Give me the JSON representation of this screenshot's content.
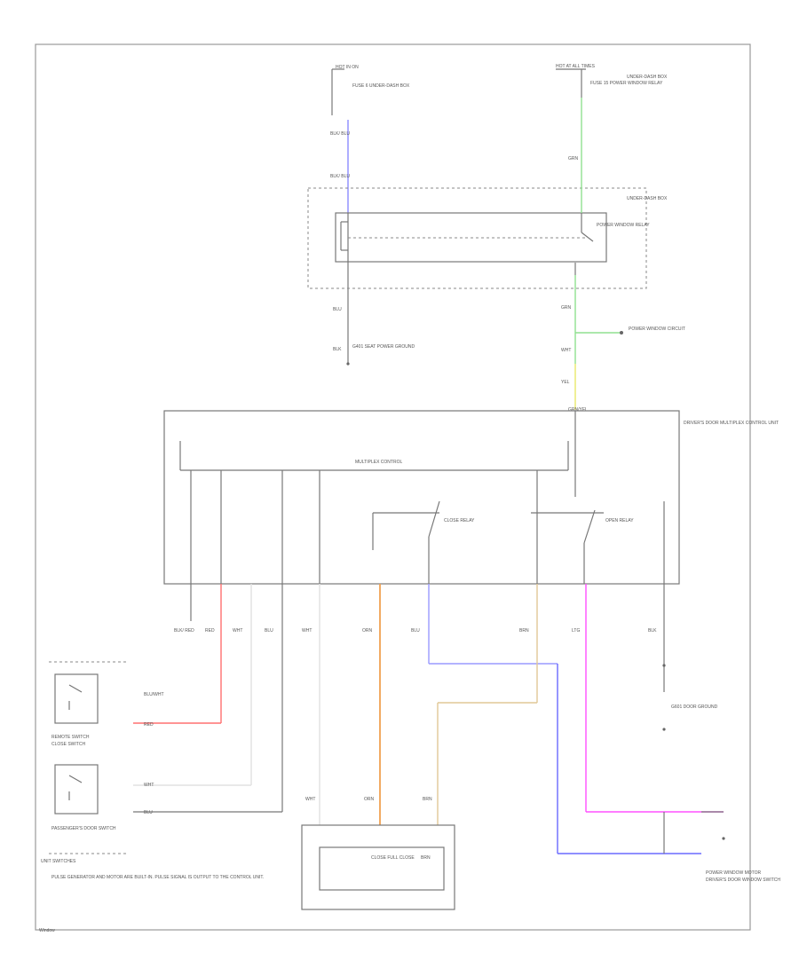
{
  "diagram": {
    "title_block": "IGNITION",
    "labels": {
      "top_left_1": "HOT IN ON",
      "top_left_2": "FUSE 6 UNDER-DASH BOX",
      "top_left_3": "BLK/ BLU",
      "top_left_4": "BLK/ BLU",
      "top_left_5": "BLU",
      "top_left_6": "BLK",
      "top_left_7": "G401 SEAT POWER GROUND",
      "top_right_1": "HOT AT ALL TIMES",
      "top_right_2": "FUSE 15 POWER WINDOW RELAY",
      "top_right_3": "UNDER-DASH BOX",
      "top_right_4": "GRN",
      "top_right_5": "UNDER-DASH BOX",
      "top_right_6": "POWER WINDOW RELAY",
      "top_right_7": "GRN",
      "top_right_8": "POWER WINDOW CIRCUIT",
      "top_right_9": "WHT",
      "top_right_10": "YEL",
      "top_right_11": "GRN/YEL",
      "module_label": "DRIVER'S DOOR MULTIPLEX CONTROL UNIT",
      "module_inner": "MULTIPLEX CONTROL",
      "relay_1": "CLOSE RELAY",
      "relay_2": "OPEN RELAY",
      "wire_a": "BLK/ RED",
      "wire_b": "RED",
      "wire_c": "WHT",
      "wire_d": "BLU",
      "wire_e": "WHT",
      "wire_f": "ORN",
      "wire_g": "BLU",
      "wire_h": "BRN",
      "wire_i": "LTG",
      "wire_j": "BLK",
      "bottom_left_1": "REMOTE SWITCH",
      "bottom_left_2": "CLOSE SWITCH",
      "bottom_left_3": "PASSENGER'S DOOR SWITCH",
      "bottom_left_4": "UNIT SWITCHES",
      "bottom_left_5": "BLU/WHT",
      "bottom_left_6": "RED",
      "bottom_left_7": "WHT",
      "bottom_left_8": "BLU",
      "ground_right": "G601 DOOR GROUND",
      "motor_label": "CLOSE FULL CLOSE",
      "motor_wire_1": "WHT",
      "motor_wire_2": "ORN",
      "motor_wire_3": "BRN",
      "motor_right": "BRN",
      "bottom_right_1": "POWER WINDOW MOTOR",
      "bottom_right_2": "DRIVER'S DOOR WINDOW SWITCH",
      "note": "PULSE GENERATOR AND MOTOR ARE BUILT-IN. PULSE SIGNAL IS OUTPUT TO THE CONTROL UNIT.",
      "footer": "Window"
    }
  }
}
